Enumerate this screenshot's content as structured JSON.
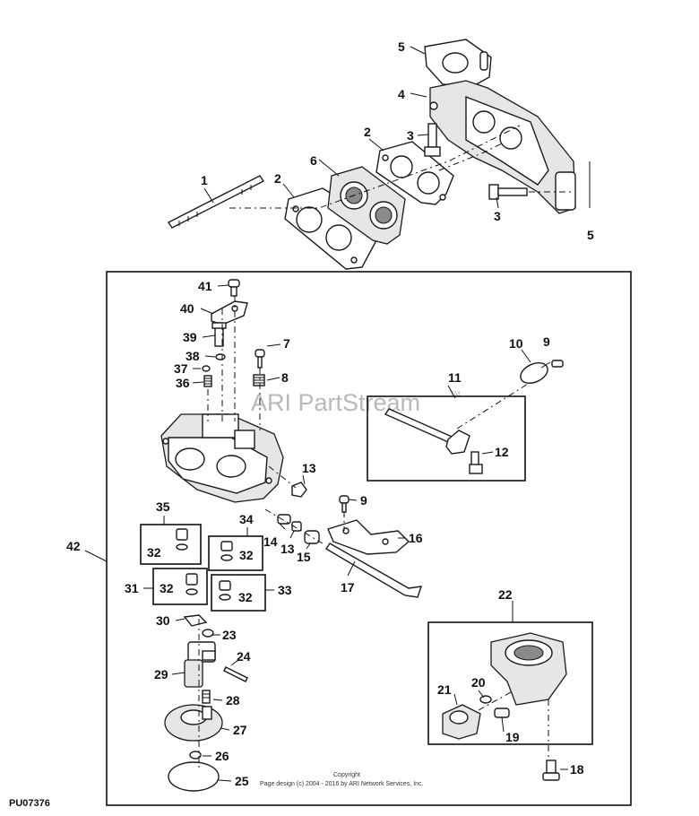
{
  "figure_id": "PU07376",
  "watermark": "ARI PartStream",
  "watermark_tm": "TM",
  "copyright_line1": "Copyright",
  "copyright_line2": "Page design (c) 2004 - 2016 by ARI Network Services, Inc.",
  "callouts": {
    "c1": "1",
    "c2a": "2",
    "c2b": "2",
    "c3a": "3",
    "c3b": "3",
    "c4": "4",
    "c5a": "5",
    "c5b": "5",
    "c6": "6",
    "c7": "7",
    "c8": "8",
    "c9a": "9",
    "c9b": "9",
    "c10": "10",
    "c11": "11",
    "c12": "12",
    "c13a": "13",
    "c13b": "13",
    "c14": "14",
    "c15": "15",
    "c16": "16",
    "c17": "17",
    "c18": "18",
    "c19": "19",
    "c20": "20",
    "c21": "21",
    "c22": "22",
    "c23": "23",
    "c24": "24",
    "c25": "25",
    "c26": "26",
    "c27": "27",
    "c28": "28",
    "c29": "29",
    "c30": "30",
    "c31": "31",
    "c32a": "32",
    "c32b": "32",
    "c32c": "32",
    "c32d": "32",
    "c33": "33",
    "c34": "34",
    "c35": "35",
    "c36": "36",
    "c37": "37",
    "c38": "38",
    "c39": "39",
    "c40": "40",
    "c41": "41",
    "c42": "42"
  }
}
